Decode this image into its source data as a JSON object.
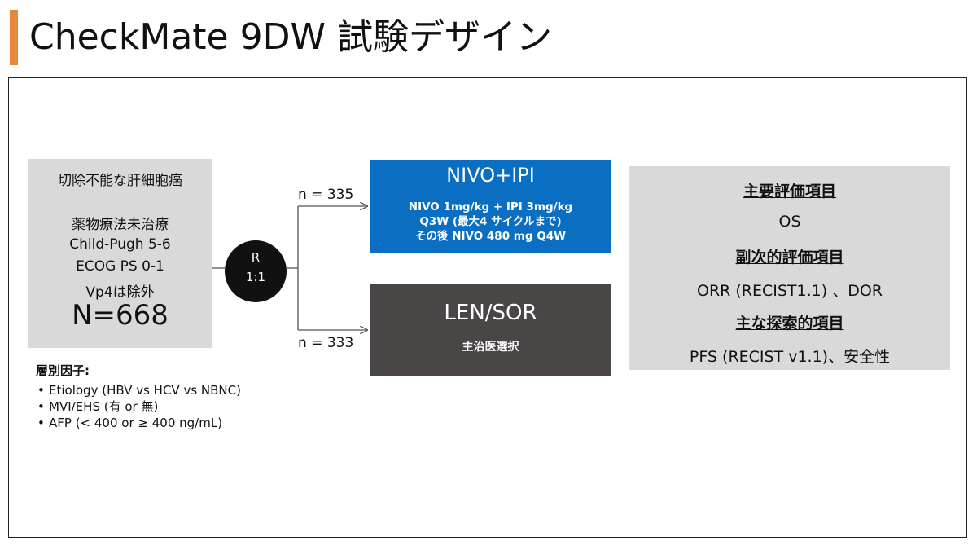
{
  "title": "CheckMate 9DW 試験デザイン",
  "accent_color": "#e6883a",
  "population": {
    "condition": "切除不能な肝細胞癌",
    "criteria": [
      "薬物療法未治療",
      "Child-Pugh 5-6",
      "ECOG PS 0-1",
      "Vp4は除外"
    ],
    "n_total": "N=668"
  },
  "stratification": {
    "heading": "層別因子:",
    "items": [
      "Etiology (HBV vs HCV vs NBNC)",
      "MVI/EHS (有 or 無)",
      "AFP (< 400 or ≥ 400 ng/mL)"
    ]
  },
  "randomization": {
    "label": "R",
    "ratio": "1:1"
  },
  "arms": [
    {
      "n": "n = 335",
      "name": "NIVO+IPI",
      "color": "#0a6fc2",
      "description": [
        "NIVO 1mg/kg + IPI 3mg/kg",
        "Q3W (最大4 サイクルまで)",
        "その後 NIVO 480 mg Q4W"
      ]
    },
    {
      "n": "n = 333",
      "name": "LEN/SOR",
      "color": "#4a4645",
      "description": [
        "主治医選択"
      ]
    }
  ],
  "endpoints": {
    "primary_heading": "主要評価項目",
    "primary": "OS",
    "secondary_heading": "副次的評価項目",
    "secondary": "ORR (RECIST1.1) 、DOR",
    "exploratory_heading": "主な探索的項目",
    "exploratory": "PFS (RECIST v1.1)、安全性"
  }
}
